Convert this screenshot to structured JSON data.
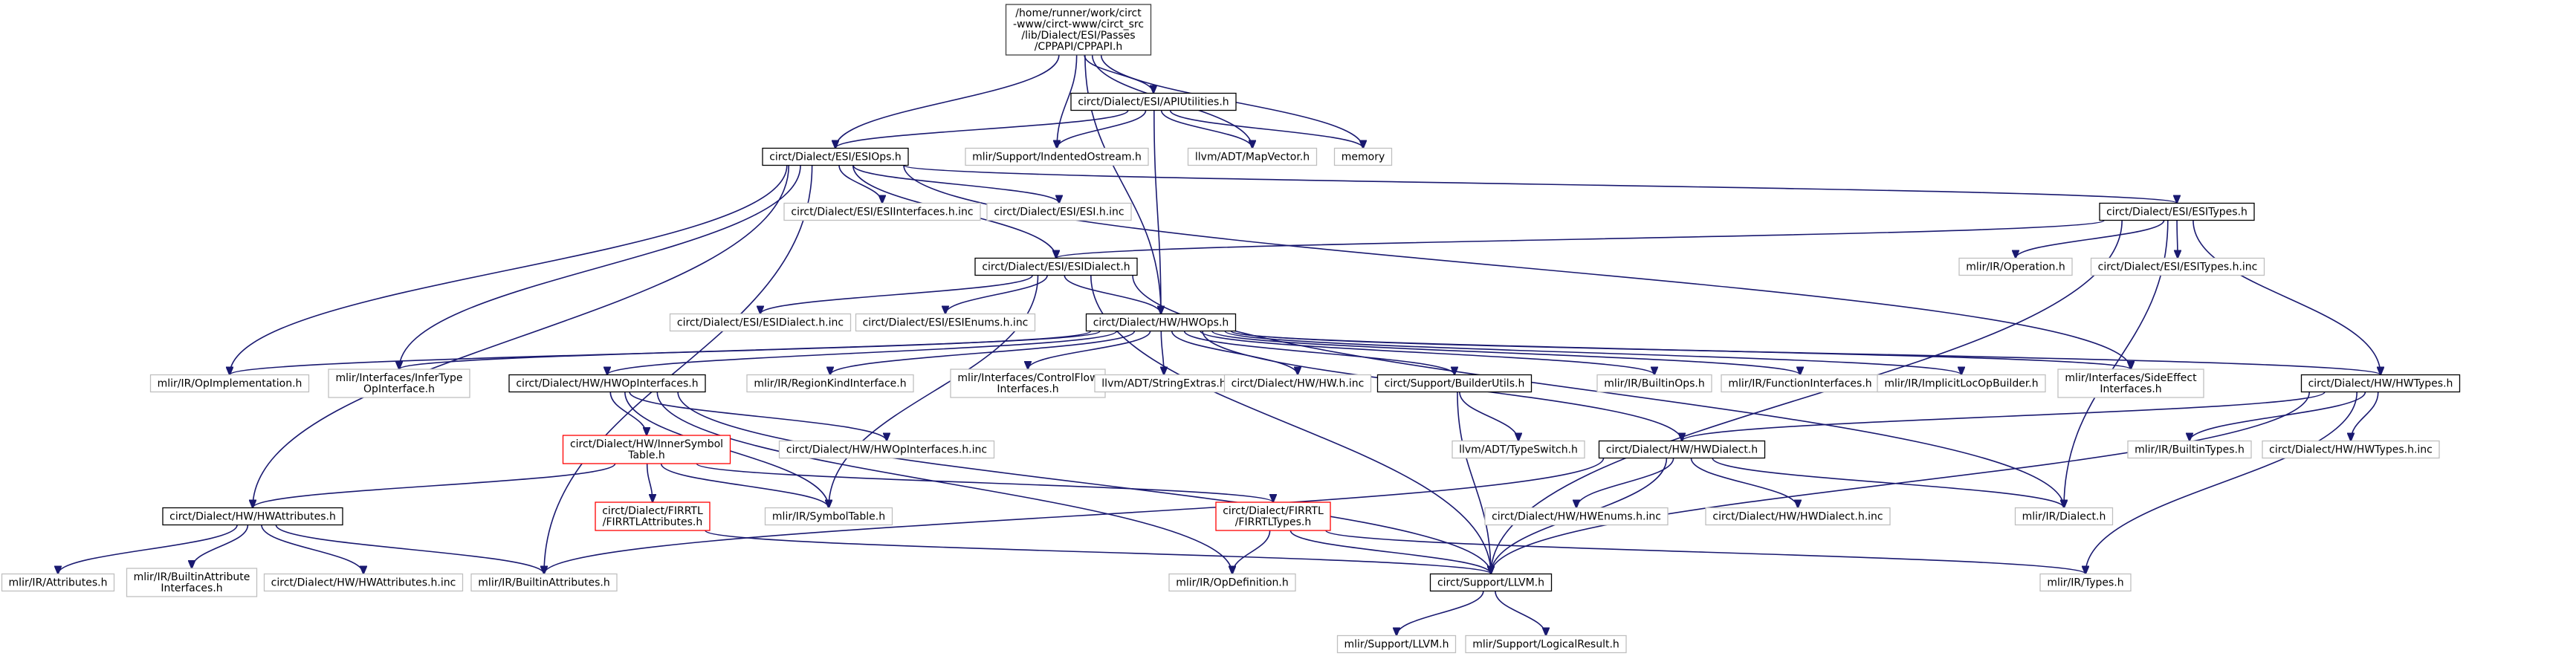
{
  "graph": {
    "nodes": [
      {
        "id": "root",
        "lines": [
          "/home/runner/work/circt",
          "-www/circt-www/circt_src",
          "/lib/Dialect/ESI/Passes",
          "/CPPAPI/CPPAPI.h"
        ],
        "style": "root"
      },
      {
        "id": "apiutil",
        "lines": [
          "circt/Dialect/ESI/APIUtilities.h"
        ],
        "style": "normal"
      },
      {
        "id": "esiops",
        "lines": [
          "circt/Dialect/ESI/ESIOps.h"
        ],
        "style": "normal"
      },
      {
        "id": "indented",
        "lines": [
          "mlir/Support/IndentedOstream.h"
        ],
        "style": "missing"
      },
      {
        "id": "mapvector",
        "lines": [
          "llvm/ADT/MapVector.h"
        ],
        "style": "missing"
      },
      {
        "id": "memory",
        "lines": [
          "memory"
        ],
        "style": "missing"
      },
      {
        "id": "esiifaceinc",
        "lines": [
          "circt/Dialect/ESI/ESIInterfaces.h.inc"
        ],
        "style": "missing"
      },
      {
        "id": "esihinc",
        "lines": [
          "circt/Dialect/ESI/ESI.h.inc"
        ],
        "style": "missing"
      },
      {
        "id": "esitypes",
        "lines": [
          "circt/Dialect/ESI/ESITypes.h"
        ],
        "style": "normal"
      },
      {
        "id": "esidialect",
        "lines": [
          "circt/Dialect/ESI/ESIDialect.h"
        ],
        "style": "normal"
      },
      {
        "id": "mliroperation",
        "lines": [
          "mlir/IR/Operation.h"
        ],
        "style": "missing"
      },
      {
        "id": "esitypesinc",
        "lines": [
          "circt/Dialect/ESI/ESITypes.h.inc"
        ],
        "style": "missing"
      },
      {
        "id": "esidialectinc",
        "lines": [
          "circt/Dialect/ESI/ESIDialect.h.inc"
        ],
        "style": "missing"
      },
      {
        "id": "esienumsinc",
        "lines": [
          "circt/Dialect/ESI/ESIEnums.h.inc"
        ],
        "style": "missing"
      },
      {
        "id": "hwops",
        "lines": [
          "circt/Dialect/HW/HWOps.h"
        ],
        "style": "normal"
      },
      {
        "id": "opimpl",
        "lines": [
          "mlir/IR/OpImplementation.h"
        ],
        "style": "missing"
      },
      {
        "id": "infertype",
        "lines": [
          "mlir/Interfaces/InferType",
          "OpInterface.h"
        ],
        "style": "missing"
      },
      {
        "id": "hwopifaces",
        "lines": [
          "circt/Dialect/HW/HWOpInterfaces.h"
        ],
        "style": "normal"
      },
      {
        "id": "regionkind",
        "lines": [
          "mlir/IR/RegionKindInterface.h"
        ],
        "style": "missing"
      },
      {
        "id": "controlflow",
        "lines": [
          "mlir/Interfaces/ControlFlow",
          "Interfaces.h"
        ],
        "style": "missing"
      },
      {
        "id": "stringextras",
        "lines": [
          "llvm/ADT/StringExtras.h"
        ],
        "style": "missing"
      },
      {
        "id": "hwhinc",
        "lines": [
          "circt/Dialect/HW/HW.h.inc"
        ],
        "style": "missing"
      },
      {
        "id": "builderutils",
        "lines": [
          "circt/Support/BuilderUtils.h"
        ],
        "style": "normal"
      },
      {
        "id": "builtinops",
        "lines": [
          "mlir/IR/BuiltinOps.h"
        ],
        "style": "missing"
      },
      {
        "id": "funcifaces",
        "lines": [
          "mlir/IR/FunctionInterfaces.h"
        ],
        "style": "missing"
      },
      {
        "id": "implicitloc",
        "lines": [
          "mlir/IR/ImplicitLocOpBuilder.h"
        ],
        "style": "missing"
      },
      {
        "id": "sideeffect",
        "lines": [
          "mlir/Interfaces/SideEffect",
          "Interfaces.h"
        ],
        "style": "missing"
      },
      {
        "id": "hwtypes",
        "lines": [
          "circt/Dialect/HW/HWTypes.h"
        ],
        "style": "normal"
      },
      {
        "id": "innersymbol",
        "lines": [
          "circt/Dialect/HW/InnerSymbol",
          "Table.h"
        ],
        "style": "red"
      },
      {
        "id": "hwopifacesinc",
        "lines": [
          "circt/Dialect/HW/HWOpInterfaces.h.inc"
        ],
        "style": "missing"
      },
      {
        "id": "typeswitch",
        "lines": [
          "llvm/ADT/TypeSwitch.h"
        ],
        "style": "missing"
      },
      {
        "id": "hwdialect",
        "lines": [
          "circt/Dialect/HW/HWDialect.h"
        ],
        "style": "normal"
      },
      {
        "id": "builtintypes",
        "lines": [
          "mlir/IR/BuiltinTypes.h"
        ],
        "style": "missing"
      },
      {
        "id": "hwtypesinc",
        "lines": [
          "circt/Dialect/HW/HWTypes.h.inc"
        ],
        "style": "missing"
      },
      {
        "id": "hwattrs",
        "lines": [
          "circt/Dialect/HW/HWAttributes.h"
        ],
        "style": "normal"
      },
      {
        "id": "firrtlattrs",
        "lines": [
          "circt/Dialect/FIRRTL",
          "/FIRRTLAttributes.h"
        ],
        "style": "red"
      },
      {
        "id": "symboltable",
        "lines": [
          "mlir/IR/SymbolTable.h"
        ],
        "style": "missing"
      },
      {
        "id": "firrtltypes",
        "lines": [
          "circt/Dialect/FIRRTL",
          "/FIRRTLTypes.h"
        ],
        "style": "red"
      },
      {
        "id": "hwenumsinc",
        "lines": [
          "circt/Dialect/HW/HWEnums.h.inc"
        ],
        "style": "missing"
      },
      {
        "id": "hwdialectinc",
        "lines": [
          "circt/Dialect/HW/HWDialect.h.inc"
        ],
        "style": "missing"
      },
      {
        "id": "mlirdialect",
        "lines": [
          "mlir/IR/Dialect.h"
        ],
        "style": "missing"
      },
      {
        "id": "mlirattrs",
        "lines": [
          "mlir/IR/Attributes.h"
        ],
        "style": "missing"
      },
      {
        "id": "builtinattrifaces",
        "lines": [
          "mlir/IR/BuiltinAttribute",
          "Interfaces.h"
        ],
        "style": "missing"
      },
      {
        "id": "hwattrsinc",
        "lines": [
          "circt/Dialect/HW/HWAttributes.h.inc"
        ],
        "style": "missing"
      },
      {
        "id": "builtinattrs",
        "lines": [
          "mlir/IR/BuiltinAttributes.h"
        ],
        "style": "missing"
      },
      {
        "id": "opdefinition",
        "lines": [
          "mlir/IR/OpDefinition.h"
        ],
        "style": "missing"
      },
      {
        "id": "supportllvm",
        "lines": [
          "circt/Support/LLVM.h"
        ],
        "style": "normal"
      },
      {
        "id": "mlirtypes",
        "lines": [
          "mlir/IR/Types.h"
        ],
        "style": "missing"
      },
      {
        "id": "mlirsupportllvm",
        "lines": [
          "mlir/Support/LLVM.h"
        ],
        "style": "missing"
      },
      {
        "id": "logicalresult",
        "lines": [
          "mlir/Support/LogicalResult.h"
        ],
        "style": "missing"
      }
    ],
    "edges": [
      [
        "root",
        "apiutil"
      ],
      [
        "root",
        "esiops"
      ],
      [
        "root",
        "indented"
      ],
      [
        "root",
        "mapvector"
      ],
      [
        "root",
        "memory"
      ],
      [
        "root",
        "hwops"
      ],
      [
        "apiutil",
        "esiops"
      ],
      [
        "apiutil",
        "indented"
      ],
      [
        "apiutil",
        "mapvector"
      ],
      [
        "apiutil",
        "memory"
      ],
      [
        "apiutil",
        "hwops"
      ],
      [
        "esiops",
        "esiifaceinc"
      ],
      [
        "esiops",
        "esihinc"
      ],
      [
        "esiops",
        "esitypes"
      ],
      [
        "esiops",
        "esidialect"
      ],
      [
        "esiops",
        "opimpl"
      ],
      [
        "esiops",
        "infertype"
      ],
      [
        "esiops",
        "sideeffect"
      ],
      [
        "esiops",
        "hwattrs"
      ],
      [
        "esiops",
        "builtinattrs"
      ],
      [
        "esitypes",
        "esidialect"
      ],
      [
        "esitypes",
        "mliroperation"
      ],
      [
        "esitypes",
        "esitypesinc"
      ],
      [
        "esitypes",
        "hwtypes"
      ],
      [
        "esitypes",
        "mlirdialect"
      ],
      [
        "esitypes",
        "supportllvm"
      ],
      [
        "esidialect",
        "esidialectinc"
      ],
      [
        "esidialect",
        "esienumsinc"
      ],
      [
        "esidialect",
        "hwops"
      ],
      [
        "esidialect",
        "symboltable"
      ],
      [
        "esidialect",
        "supportllvm"
      ],
      [
        "esidialect",
        "mlirdialect"
      ],
      [
        "hwops",
        "opimpl"
      ],
      [
        "hwops",
        "infertype"
      ],
      [
        "hwops",
        "hwopifaces"
      ],
      [
        "hwops",
        "regionkind"
      ],
      [
        "hwops",
        "controlflow"
      ],
      [
        "hwops",
        "stringextras"
      ],
      [
        "hwops",
        "hwhinc"
      ],
      [
        "hwops",
        "builderutils"
      ],
      [
        "hwops",
        "builtinops"
      ],
      [
        "hwops",
        "funcifaces"
      ],
      [
        "hwops",
        "implicitloc"
      ],
      [
        "hwops",
        "sideeffect"
      ],
      [
        "hwops",
        "hwtypes"
      ],
      [
        "hwops",
        "hwdialect"
      ],
      [
        "hwopifaces",
        "innersymbol"
      ],
      [
        "hwopifaces",
        "hwopifacesinc"
      ],
      [
        "hwopifaces",
        "symboltable"
      ],
      [
        "hwopifaces",
        "opdefinition"
      ],
      [
        "hwopifaces",
        "supportllvm"
      ],
      [
        "builderutils",
        "typeswitch"
      ],
      [
        "builderutils",
        "supportllvm"
      ],
      [
        "hwtypes",
        "hwdialect"
      ],
      [
        "hwtypes",
        "builtintypes"
      ],
      [
        "hwtypes",
        "hwtypesinc"
      ],
      [
        "hwtypes",
        "supportllvm"
      ],
      [
        "hwtypes",
        "mlirtypes"
      ],
      [
        "innersymbol",
        "hwattrs"
      ],
      [
        "innersymbol",
        "firrtlattrs"
      ],
      [
        "innersymbol",
        "symboltable"
      ],
      [
        "innersymbol",
        "firrtltypes"
      ],
      [
        "firrtlattrs",
        "supportllvm"
      ],
      [
        "firrtltypes",
        "opdefinition"
      ],
      [
        "firrtltypes",
        "supportllvm"
      ],
      [
        "firrtltypes",
        "mlirtypes"
      ],
      [
        "hwdialect",
        "hwenumsinc"
      ],
      [
        "hwdialect",
        "hwdialectinc"
      ],
      [
        "hwdialect",
        "mlirdialect"
      ],
      [
        "hwdialect",
        "builtinattrs"
      ],
      [
        "hwdialect",
        "supportllvm"
      ],
      [
        "hwattrs",
        "mlirattrs"
      ],
      [
        "hwattrs",
        "builtinattrifaces"
      ],
      [
        "hwattrs",
        "hwattrsinc"
      ],
      [
        "hwattrs",
        "builtinattrs"
      ],
      [
        "supportllvm",
        "mlirsupportllvm"
      ],
      [
        "supportllvm",
        "logicalresult"
      ]
    ]
  },
  "colors": {
    "edge": "#191970",
    "normal_border": "#000000",
    "missing_border": "#bfbfbf",
    "red_border": "#ff0000",
    "root_fill": "#bfbfbf",
    "root_border": "#404040"
  }
}
